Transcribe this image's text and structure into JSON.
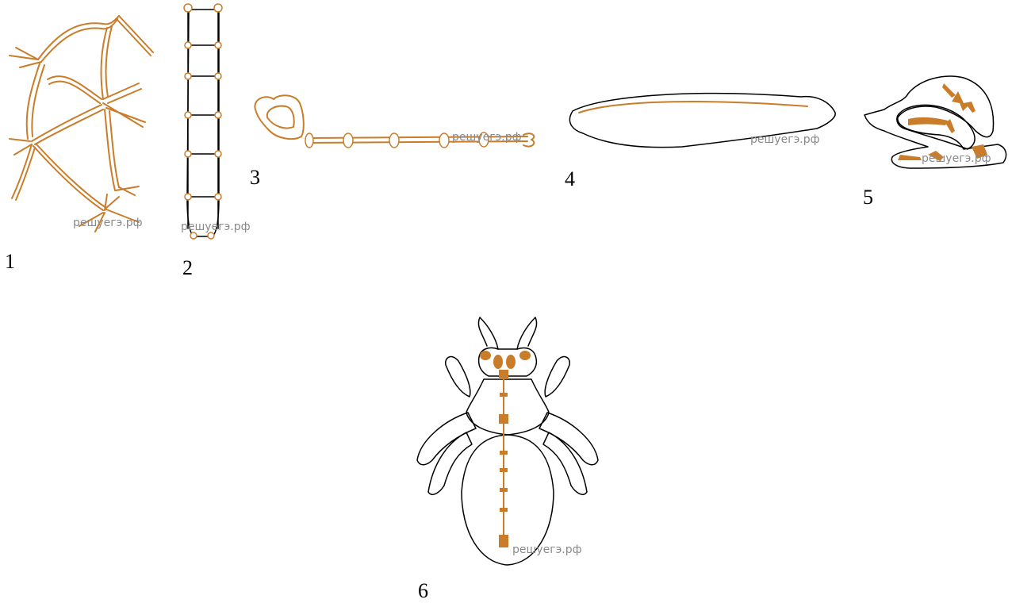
{
  "watermark": "решуегэ.рф",
  "colors": {
    "nerve": "#c97d2b",
    "outline": "#000000"
  },
  "figures": [
    {
      "id": "1",
      "label": "1"
    },
    {
      "id": "2",
      "label": "2"
    },
    {
      "id": "3",
      "label": "3"
    },
    {
      "id": "4",
      "label": "4"
    },
    {
      "id": "5",
      "label": "5"
    },
    {
      "id": "6",
      "label": "6"
    }
  ]
}
